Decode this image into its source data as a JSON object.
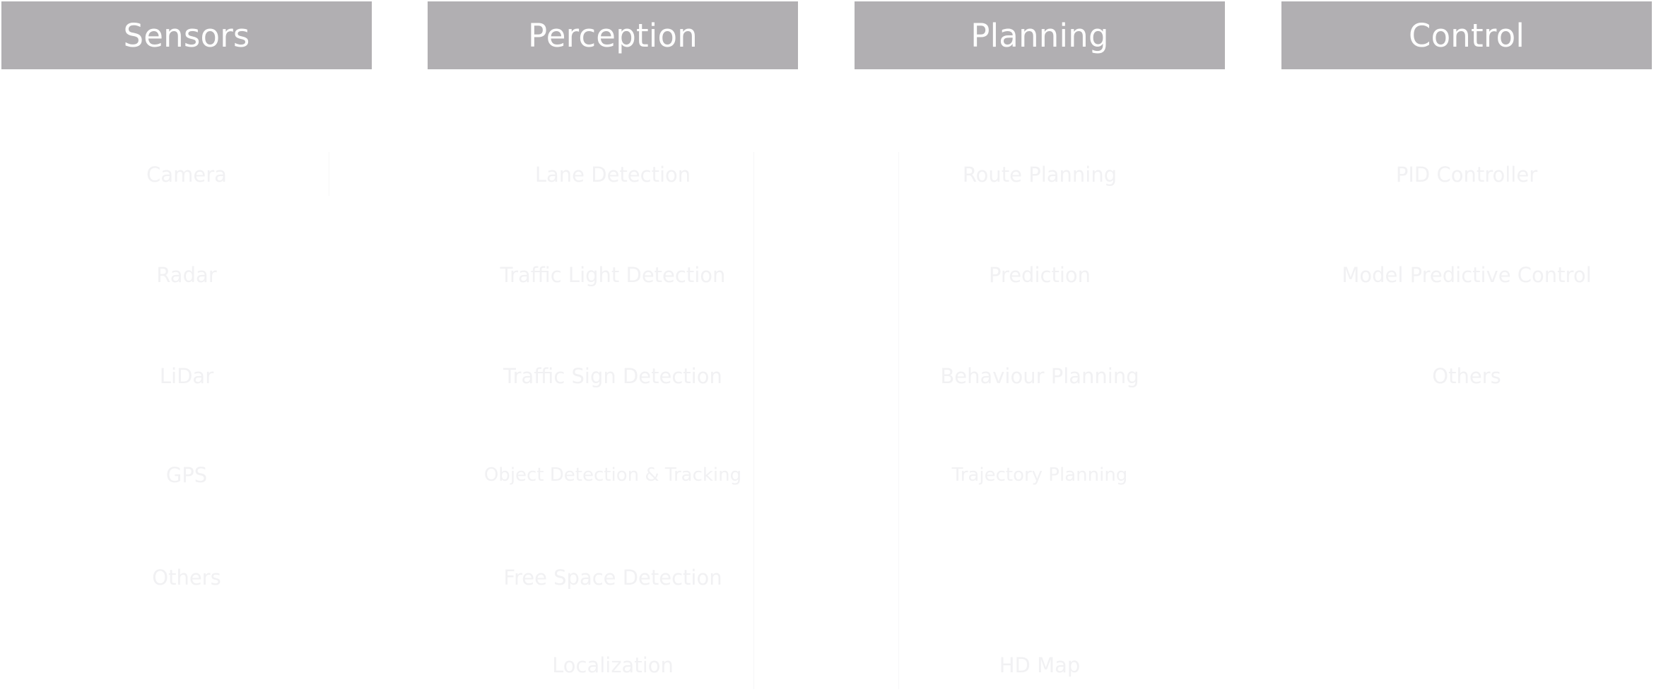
{
  "columns": [
    {
      "title": "Sensors",
      "items": [
        "Camera",
        "Radar",
        "LiDar",
        "GPS",
        "Others"
      ]
    },
    {
      "title": "Perception",
      "items": [
        "Lane Detection",
        "Traffic Light Detection",
        "Traffic Sign Detection",
        "Object Detection & Tracking",
        "Free Space Detection",
        "Localization"
      ]
    },
    {
      "title": "Planning",
      "items": [
        "Route Planning",
        "Prediction",
        "Behaviour Planning",
        "Trajectory Planning",
        "HD Map"
      ]
    },
    {
      "title": "Control",
      "items": [
        "PID Controller",
        "Model Predictive Control",
        "Others"
      ]
    }
  ],
  "colors": {
    "header_background": "#b1afb2",
    "header_text": "#ffffff",
    "item_text": "#f1f1f3"
  }
}
